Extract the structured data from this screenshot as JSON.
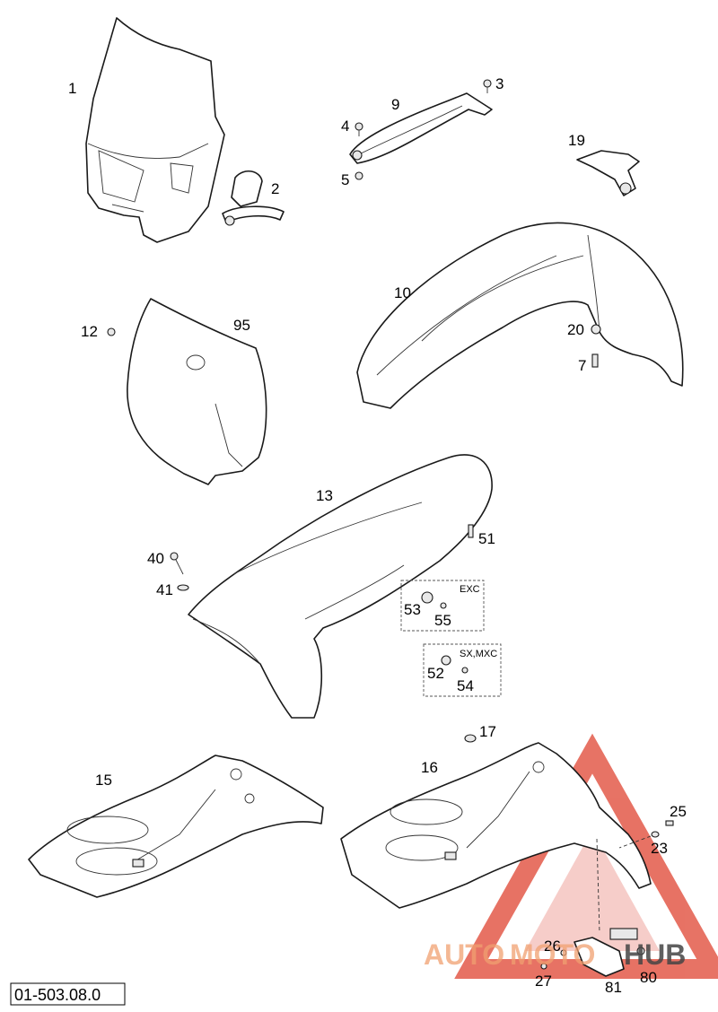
{
  "callouts": {
    "c1": "1",
    "c2": "2",
    "c3": "3",
    "c4": "4",
    "c5": "5",
    "c7": "7",
    "c9": "9",
    "c10": "10",
    "c12": "12",
    "c13": "13",
    "c15": "15",
    "c16": "16",
    "c17": "17",
    "c19": "19",
    "c20": "20",
    "c23": "23",
    "c25": "25",
    "c26": "26",
    "c27": "27",
    "c40": "40",
    "c41": "41",
    "c51": "51",
    "c52": "52",
    "c53": "53",
    "c54": "54",
    "c55": "55",
    "c80": "80",
    "c81": "81",
    "c95": "95"
  },
  "boxes": {
    "exc": "EXC",
    "sx_mxc": "SX,MXC"
  },
  "diagram_code": "01-503.08.0",
  "watermark": {
    "part1": "AUTO",
    "part2": "MOTO",
    "part3": "HUB",
    "color_main": "#f0a070",
    "color_dark": "#444444",
    "triangle_color": "#e35a4a"
  }
}
